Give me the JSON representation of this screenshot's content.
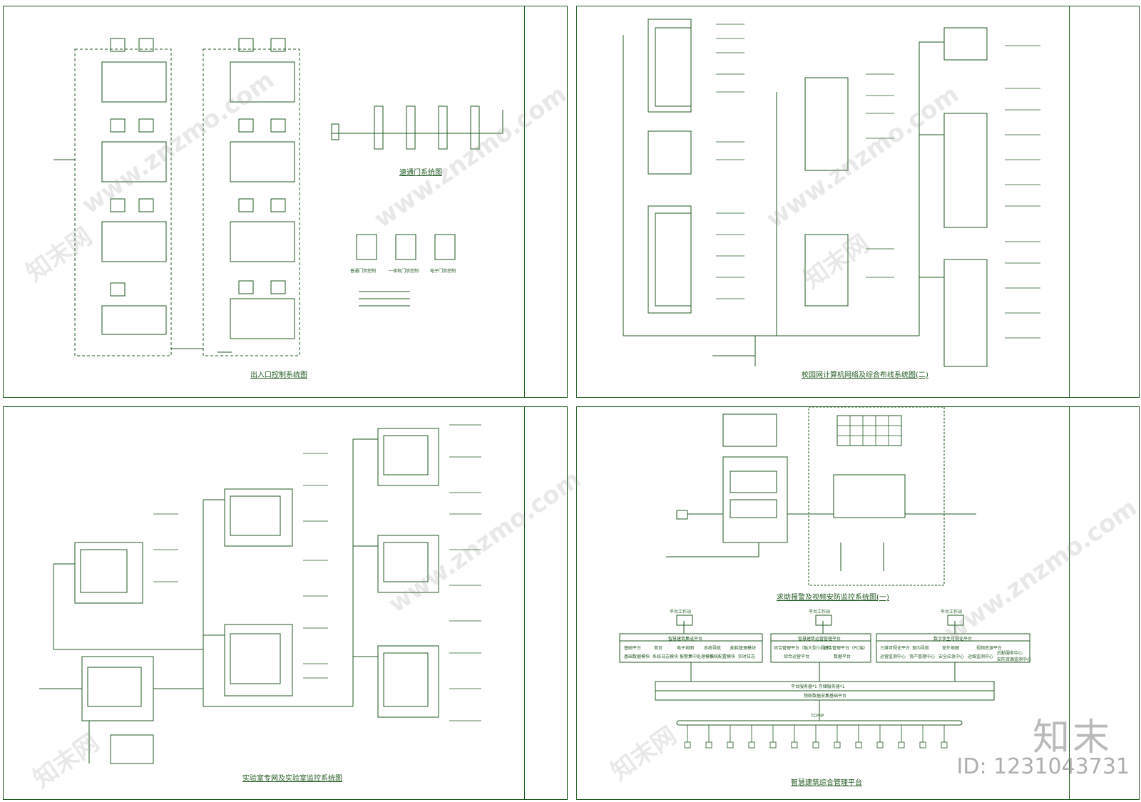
{
  "sheets": {
    "s1": {
      "title": "出入口控制系统图",
      "sub_title": "速通门系统图",
      "door_labels": [
        "普通门禁控制",
        "一体机门禁控制",
        "电子门禁控制"
      ]
    },
    "s2": {
      "title": "校园网计算机网络及综合布线系统图(二)"
    },
    "s3": {
      "title": "实验室专网及实验室监控系统图"
    },
    "s4": {
      "title": "求助报警及视频安防监控系统图(一)",
      "platform_title": "智慧建筑综合管理平台",
      "workstations": [
        "平台工作站",
        "平台工作站",
        "平台工作站"
      ],
      "platform_groups": [
        {
          "title": "智慧建筑集成平台",
          "items": [
            "基础平台",
            "首页",
            "电子地图",
            "系统导航",
            "能耗管理模块",
            "基础数据模块",
            "系统日志模块",
            "报警集中处理模块",
            "系统配置模块",
            "实时日志"
          ]
        },
        {
          "title": "智慧建筑运营管理平台",
          "items": [
            "综合管理平台（融大型小程序）",
            "综合管理平台（PC端）",
            "综合运营平台",
            "数据平台"
          ]
        },
        {
          "title": "数字孪生可视化平台",
          "items": [
            "三维可视化平台",
            "室内导航",
            "室外地图",
            "视频资源平台",
            "运营监测中心",
            "资产管理中心",
            "安全应急中心",
            "运维监测中心",
            "后勤服务中心",
            "安防资源监测中心"
          ]
        }
      ],
      "server_line": "平台服务器*1   存储服务器*1",
      "base_platform": "物联数据采集基础平台",
      "bus_label": "TCP/IP"
    }
  },
  "watermark": {
    "site": "www.znzmo.com",
    "name": "知末网"
  },
  "brand": "知末",
  "id_tag": "ID: 1231043731",
  "colors": {
    "line": "#1f5a1f",
    "watermark": "#9a9a9a"
  }
}
